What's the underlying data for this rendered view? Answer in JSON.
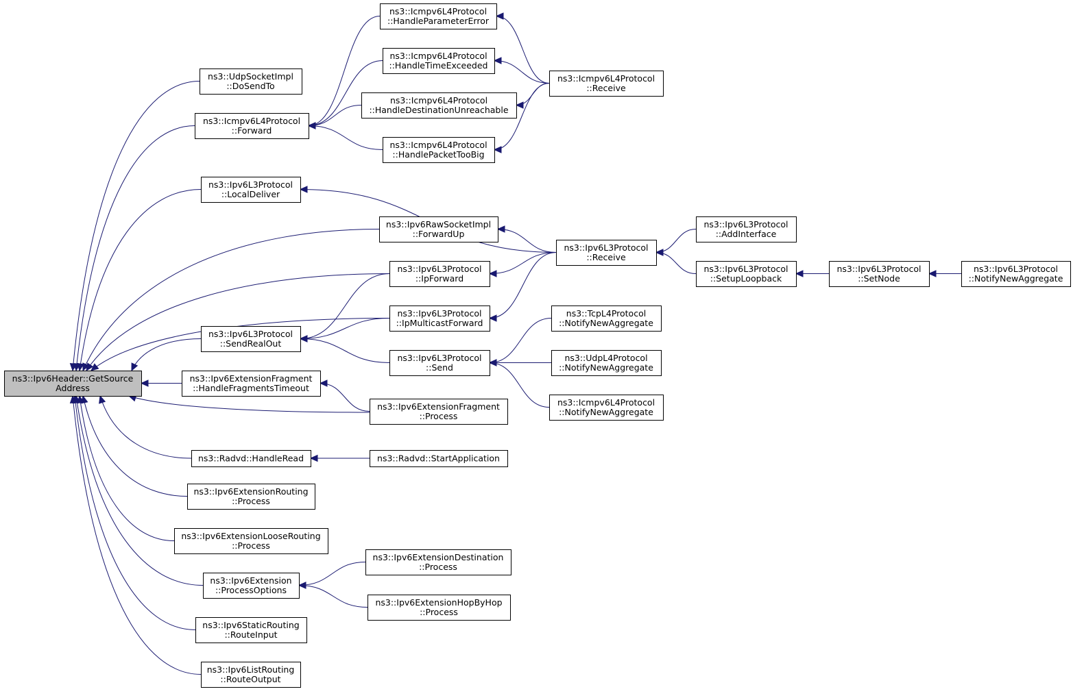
{
  "diagram": {
    "colors": {
      "edge": "#191970",
      "root_fill": "#bfbfbf",
      "node_fill": "#ffffff",
      "border": "#000000"
    },
    "nodes": {
      "getsource": {
        "lines": [
          "ns3::Ipv6Header::GetSource",
          "Address"
        ]
      },
      "udpdosendto": {
        "lines": [
          "ns3::UdpSocketImpl",
          "::DoSendTo"
        ]
      },
      "icmpforward": {
        "lines": [
          "ns3::Icmpv6L4Protocol",
          "::Forward"
        ]
      },
      "icmpparam": {
        "lines": [
          "ns3::Icmpv6L4Protocol",
          "::HandleParameterError"
        ]
      },
      "icmptime": {
        "lines": [
          "ns3::Icmpv6L4Protocol",
          "::HandleTimeExceeded"
        ]
      },
      "icmpdest": {
        "lines": [
          "ns3::Icmpv6L4Protocol",
          "::HandleDestinationUnreachable"
        ]
      },
      "icmptoobig": {
        "lines": [
          "ns3::Icmpv6L4Protocol",
          "::HandlePacketTooBig"
        ]
      },
      "icmpreceive": {
        "lines": [
          "ns3::Icmpv6L4Protocol",
          "::Receive"
        ]
      },
      "l3localdeliver": {
        "lines": [
          "ns3::Ipv6L3Protocol",
          "::LocalDeliver"
        ]
      },
      "rawforwardup": {
        "lines": [
          "ns3::Ipv6RawSocketImpl",
          "::ForwardUp"
        ]
      },
      "l3receive": {
        "lines": [
          "ns3::Ipv6L3Protocol",
          "::Receive"
        ]
      },
      "l3addinterface": {
        "lines": [
          "ns3::Ipv6L3Protocol",
          "::AddInterface"
        ]
      },
      "l3setuploopback": {
        "lines": [
          "ns3::Ipv6L3Protocol",
          "::SetupLoopback"
        ]
      },
      "l3setnode": {
        "lines": [
          "ns3::Ipv6L3Protocol",
          "::SetNode"
        ]
      },
      "l3notifyagg": {
        "lines": [
          "ns3::Ipv6L3Protocol",
          "::NotifyNewAggregate"
        ]
      },
      "l3ipforward": {
        "lines": [
          "ns3::Ipv6L3Protocol",
          "::IpForward"
        ]
      },
      "l3ipmcast": {
        "lines": [
          "ns3::Ipv6L3Protocol",
          "::IpMulticastForward"
        ]
      },
      "l3sendrealout": {
        "lines": [
          "ns3::Ipv6L3Protocol",
          "::SendRealOut"
        ]
      },
      "l3send": {
        "lines": [
          "ns3::Ipv6L3Protocol",
          "::Send"
        ]
      },
      "tcpnotify": {
        "lines": [
          "ns3::TcpL4Protocol",
          "::NotifyNewAggregate"
        ]
      },
      "udpnotify": {
        "lines": [
          "ns3::UdpL4Protocol",
          "::NotifyNewAggregate"
        ]
      },
      "icmpnotify": {
        "lines": [
          "ns3::Icmpv6L4Protocol",
          "::NotifyNewAggregate"
        ]
      },
      "fragtimeout": {
        "lines": [
          "ns3::Ipv6ExtensionFragment",
          "::HandleFragmentsTimeout"
        ]
      },
      "fragprocess": {
        "lines": [
          "ns3::Ipv6ExtensionFragment",
          "::Process"
        ]
      },
      "radvdread": {
        "lines": [
          "ns3::Radvd::HandleRead"
        ]
      },
      "radvdstart": {
        "lines": [
          "ns3::Radvd::StartApplication"
        ]
      },
      "routingprocess": {
        "lines": [
          "ns3::Ipv6ExtensionRouting",
          "::Process"
        ]
      },
      "looseprocess": {
        "lines": [
          "ns3::Ipv6ExtensionLooseRouting",
          "::Process"
        ]
      },
      "extprocessopts": {
        "lines": [
          "ns3::Ipv6Extension",
          "::ProcessOptions"
        ]
      },
      "destprocess": {
        "lines": [
          "ns3::Ipv6ExtensionDestination",
          "::Process"
        ]
      },
      "hopprocess": {
        "lines": [
          "ns3::Ipv6ExtensionHopByHop",
          "::Process"
        ]
      },
      "staticroute": {
        "lines": [
          "ns3::Ipv6StaticRouting",
          "::RouteInput"
        ]
      },
      "listroute": {
        "lines": [
          "ns3::Ipv6ListRouting",
          "::RouteOutput"
        ]
      }
    },
    "edges": [
      [
        "udpdosendto",
        "getsource"
      ],
      [
        "icmpforward",
        "getsource"
      ],
      [
        "l3localdeliver",
        "getsource"
      ],
      [
        "rawforwardup",
        "getsource"
      ],
      [
        "l3ipforward",
        "getsource"
      ],
      [
        "l3ipmcast",
        "getsource"
      ],
      [
        "l3sendrealout",
        "getsource"
      ],
      [
        "fragtimeout",
        "getsource"
      ],
      [
        "fragprocess",
        "getsource"
      ],
      [
        "radvdread",
        "getsource"
      ],
      [
        "routingprocess",
        "getsource"
      ],
      [
        "looseprocess",
        "getsource"
      ],
      [
        "extprocessopts",
        "getsource"
      ],
      [
        "staticroute",
        "getsource"
      ],
      [
        "listroute",
        "getsource"
      ],
      [
        "icmpparam",
        "icmpforward"
      ],
      [
        "icmptime",
        "icmpforward"
      ],
      [
        "icmpdest",
        "icmpforward"
      ],
      [
        "icmptoobig",
        "icmpforward"
      ],
      [
        "icmpreceive",
        "icmpparam"
      ],
      [
        "icmpreceive",
        "icmptime"
      ],
      [
        "icmpreceive",
        "icmpdest"
      ],
      [
        "icmpreceive",
        "icmptoobig"
      ],
      [
        "l3receive",
        "l3localdeliver"
      ],
      [
        "l3receive",
        "rawforwardup"
      ],
      [
        "l3receive",
        "l3ipforward"
      ],
      [
        "l3receive",
        "l3ipmcast"
      ],
      [
        "l3addinterface",
        "l3receive"
      ],
      [
        "l3setuploopback",
        "l3receive"
      ],
      [
        "l3setnode",
        "l3setuploopback"
      ],
      [
        "l3notifyagg",
        "l3setnode"
      ],
      [
        "l3ipforward",
        "l3sendrealout"
      ],
      [
        "l3ipmcast",
        "l3sendrealout"
      ],
      [
        "l3send",
        "l3sendrealout"
      ],
      [
        "tcpnotify",
        "l3send"
      ],
      [
        "udpnotify",
        "l3send"
      ],
      [
        "icmpnotify",
        "l3send"
      ],
      [
        "fragprocess",
        "fragtimeout"
      ],
      [
        "radvdstart",
        "radvdread"
      ],
      [
        "destprocess",
        "extprocessopts"
      ],
      [
        "hopprocess",
        "extprocessopts"
      ]
    ]
  }
}
